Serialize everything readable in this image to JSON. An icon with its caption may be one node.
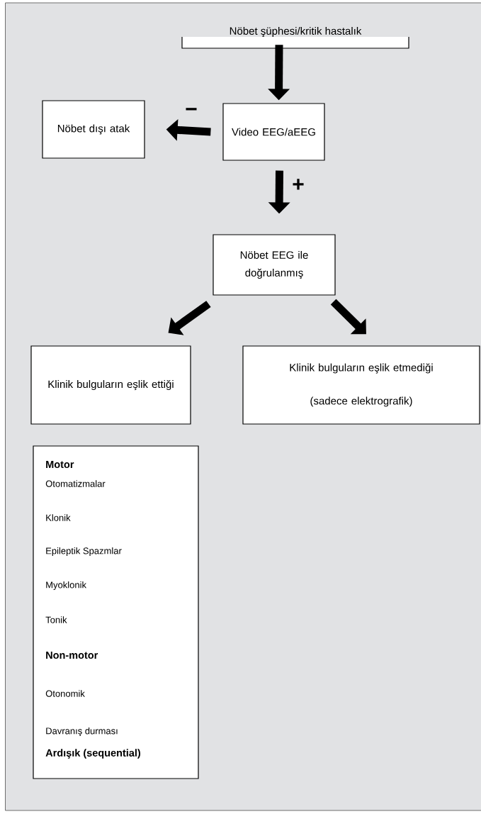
{
  "diagram": {
    "nodes": [
      {
        "text": [
          "Nöbet şüphesi/kritik hastalık"
        ]
      },
      {
        "text": [
          "Video EEG/aEEG"
        ]
      },
      {
        "text": [
          "Nöbet dışı atak"
        ]
      },
      {
        "text": [
          "Nöbet EEG ile doğrulanmış"
        ]
      },
      {
        "text": [
          "Klinik bulguların eşlik ettiği"
        ]
      },
      {
        "text": [
          "Klinik bulguların eşlik etmediği",
          "(sadece elektrografik)"
        ]
      },
      {
        "text": [
          "Motor",
          "Otomatizmalar",
          "Klonik",
          "Epileptik Spazmlar",
          "Myoklonik",
          "Tonik",
          "Non-motor",
          "Otonomik",
          "Davranış durması",
          "Ardışık (sequential)"
        ]
      }
    ],
    "edges": [
      {
        "from": 0,
        "to": 1,
        "arrow": "to"
      },
      {
        "from": 1,
        "to": 2,
        "arrow": "to",
        "label": "−"
      },
      {
        "from": 1,
        "to": 3,
        "arrow": "to",
        "label": "+"
      },
      {
        "from": 3,
        "to": 4,
        "arrow": "to"
      },
      {
        "from": 3,
        "to": 5,
        "arrow": "to"
      }
    ]
  }
}
